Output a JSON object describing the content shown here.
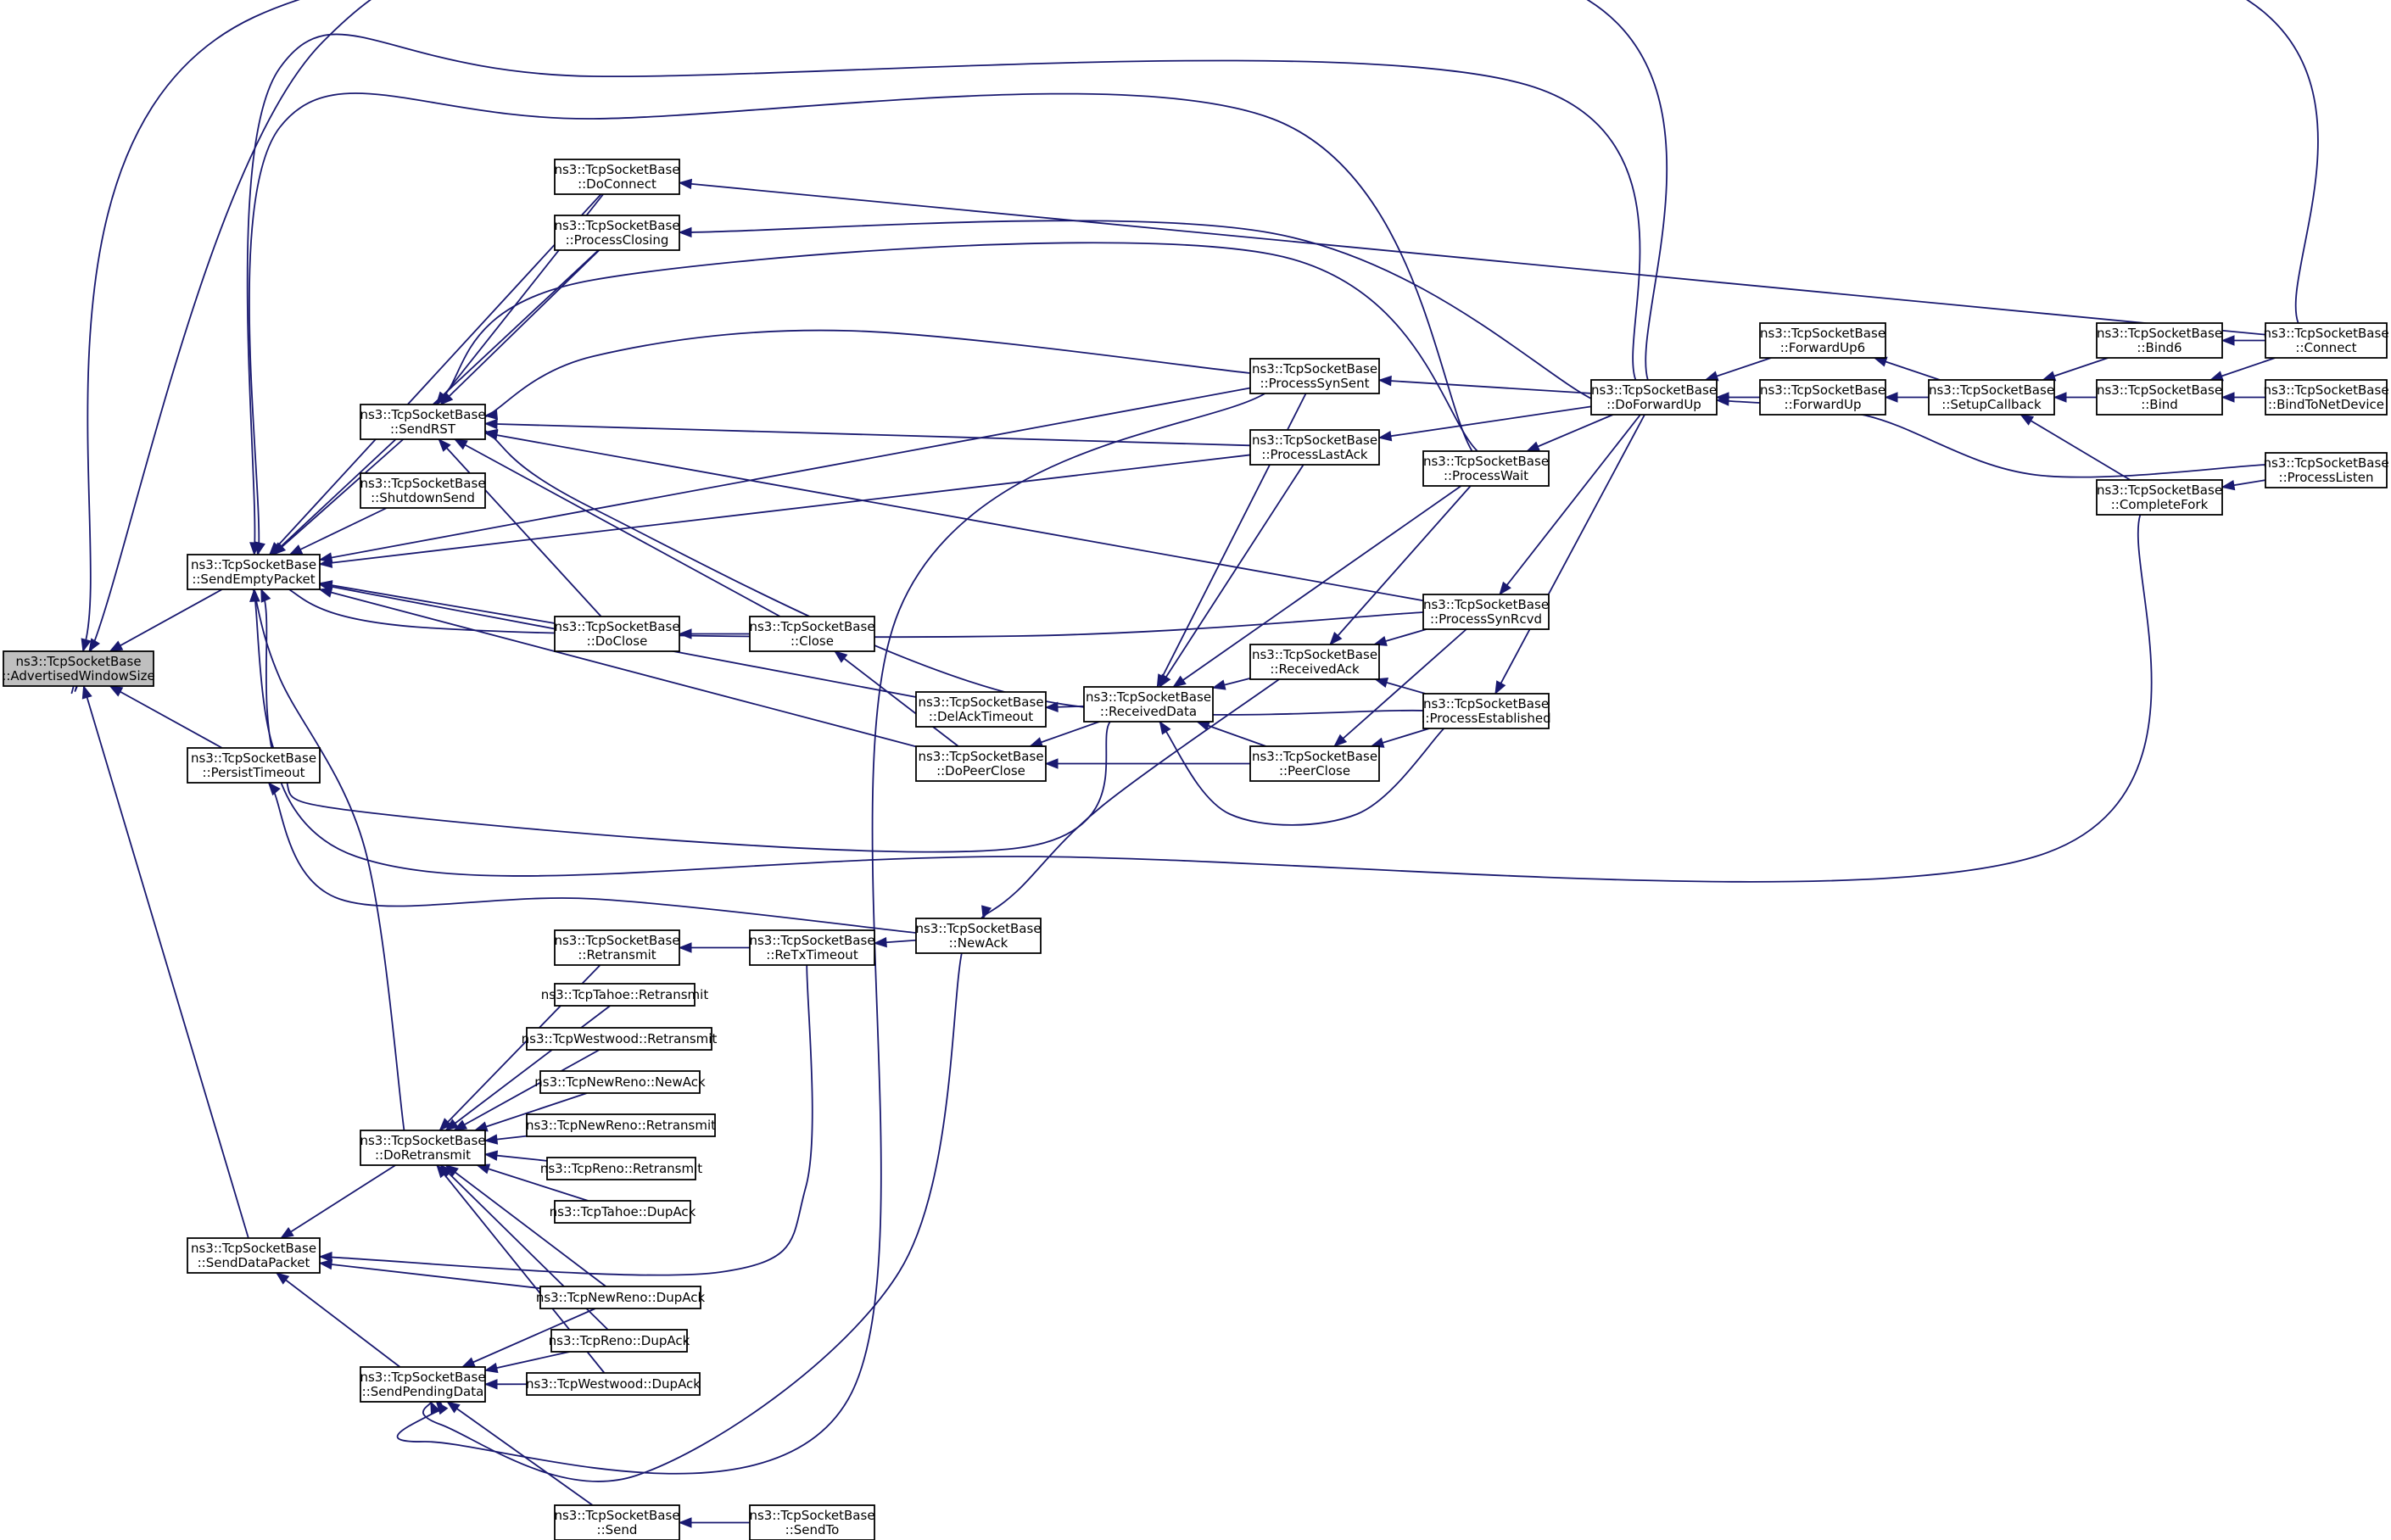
{
  "graph": {
    "title": "",
    "edge_color": "#191970",
    "root_fill": "#bfbfbf",
    "nodes": [
      {
        "id": "AdvertisedWindowSize",
        "lines": [
          "ns3::TcpSocketBase",
          "::AdvertisedWindowSize"
        ],
        "root": true
      },
      {
        "id": "SendEmptyPacket",
        "lines": [
          "ns3::TcpSocketBase",
          "::SendEmptyPacket"
        ]
      },
      {
        "id": "PersistTimeout",
        "lines": [
          "ns3::TcpSocketBase",
          "::PersistTimeout"
        ]
      },
      {
        "id": "SendDataPacket",
        "lines": [
          "ns3::TcpSocketBase",
          "::SendDataPacket"
        ]
      },
      {
        "id": "SendRST",
        "lines": [
          "ns3::TcpSocketBase",
          "::SendRST"
        ]
      },
      {
        "id": "ShutdownSend",
        "lines": [
          "ns3::TcpSocketBase",
          "::ShutdownSend"
        ]
      },
      {
        "id": "DoRetransmit",
        "lines": [
          "ns3::TcpSocketBase",
          "::DoRetransmit"
        ]
      },
      {
        "id": "SendPendingData",
        "lines": [
          "ns3::TcpSocketBase",
          "::SendPendingData"
        ]
      },
      {
        "id": "DoConnect",
        "lines": [
          "ns3::TcpSocketBase",
          "::DoConnect"
        ]
      },
      {
        "id": "ProcessClosing",
        "lines": [
          "ns3::TcpSocketBase",
          "::ProcessClosing"
        ]
      },
      {
        "id": "DoClose",
        "lines": [
          "ns3::TcpSocketBase",
          "::DoClose"
        ]
      },
      {
        "id": "Retransmit",
        "lines": [
          "ns3::TcpSocketBase",
          "::Retransmit"
        ]
      },
      {
        "id": "TahoeRetransmit",
        "lines": [
          "ns3::TcpTahoe::Retransmit"
        ]
      },
      {
        "id": "WestwoodRetransmit",
        "lines": [
          "ns3::TcpWestwood::Retransmit"
        ]
      },
      {
        "id": "NewRenoNewAck",
        "lines": [
          "ns3::TcpNewReno::NewAck"
        ]
      },
      {
        "id": "NewRenoRetransmit",
        "lines": [
          "ns3::TcpNewReno::Retransmit"
        ]
      },
      {
        "id": "RenoRetransmit",
        "lines": [
          "ns3::TcpReno::Retransmit"
        ]
      },
      {
        "id": "TahoeDupAck",
        "lines": [
          "ns3::TcpTahoe::DupAck"
        ]
      },
      {
        "id": "NewRenoDupAck",
        "lines": [
          "ns3::TcpNewReno::DupAck"
        ]
      },
      {
        "id": "RenoDupAck",
        "lines": [
          "ns3::TcpReno::DupAck"
        ]
      },
      {
        "id": "WestwoodDupAck",
        "lines": [
          "ns3::TcpWestwood::DupAck"
        ]
      },
      {
        "id": "Send",
        "lines": [
          "ns3::TcpSocketBase",
          "::Send"
        ]
      },
      {
        "id": "Close",
        "lines": [
          "ns3::TcpSocketBase",
          "::Close"
        ]
      },
      {
        "id": "ReTxTimeout",
        "lines": [
          "ns3::TcpSocketBase",
          "::ReTxTimeout"
        ]
      },
      {
        "id": "SendTo",
        "lines": [
          "ns3::TcpSocketBase",
          "::SendTo"
        ]
      },
      {
        "id": "DelAckTimeout",
        "lines": [
          "ns3::TcpSocketBase",
          "::DelAckTimeout"
        ]
      },
      {
        "id": "DoPeerClose",
        "lines": [
          "ns3::TcpSocketBase",
          "::DoPeerClose"
        ]
      },
      {
        "id": "NewAck",
        "lines": [
          "ns3::TcpSocketBase",
          "::NewAck"
        ]
      },
      {
        "id": "ReceivedData",
        "lines": [
          "ns3::TcpSocketBase",
          "::ReceivedData"
        ]
      },
      {
        "id": "ProcessSynSent",
        "lines": [
          "ns3::TcpSocketBase",
          "::ProcessSynSent"
        ]
      },
      {
        "id": "ProcessLastAck",
        "lines": [
          "ns3::TcpSocketBase",
          "::ProcessLastAck"
        ]
      },
      {
        "id": "ReceivedAck",
        "lines": [
          "ns3::TcpSocketBase",
          "::ReceivedAck"
        ]
      },
      {
        "id": "PeerClose",
        "lines": [
          "ns3::TcpSocketBase",
          "::PeerClose"
        ]
      },
      {
        "id": "ProcessWait",
        "lines": [
          "ns3::TcpSocketBase",
          "::ProcessWait"
        ]
      },
      {
        "id": "ProcessSynRcvd",
        "lines": [
          "ns3::TcpSocketBase",
          "::ProcessSynRcvd"
        ]
      },
      {
        "id": "ProcessEstablished",
        "lines": [
          "ns3::TcpSocketBase",
          "::ProcessEstablished"
        ]
      },
      {
        "id": "DoForwardUp",
        "lines": [
          "ns3::TcpSocketBase",
          "::DoForwardUp"
        ]
      },
      {
        "id": "ForwardUp6",
        "lines": [
          "ns3::TcpSocketBase",
          "::ForwardUp6"
        ]
      },
      {
        "id": "ForwardUp",
        "lines": [
          "ns3::TcpSocketBase",
          "::ForwardUp"
        ]
      },
      {
        "id": "SetupCallback",
        "lines": [
          "ns3::TcpSocketBase",
          "::SetupCallback"
        ]
      },
      {
        "id": "Bind6",
        "lines": [
          "ns3::TcpSocketBase",
          "::Bind6"
        ]
      },
      {
        "id": "Bind",
        "lines": [
          "ns3::TcpSocketBase",
          "::Bind"
        ]
      },
      {
        "id": "CompleteFork",
        "lines": [
          "ns3::TcpSocketBase",
          "::CompleteFork"
        ]
      },
      {
        "id": "Connect",
        "lines": [
          "ns3::TcpSocketBase",
          "::Connect"
        ]
      },
      {
        "id": "BindToNetDevice",
        "lines": [
          "ns3::TcpSocketBase",
          "::BindToNetDevice"
        ]
      },
      {
        "id": "ProcessListen",
        "lines": [
          "ns3::TcpSocketBase",
          "::ProcessListen"
        ]
      }
    ],
    "edges": [
      [
        "SendEmptyPacket",
        "AdvertisedWindowSize"
      ],
      [
        "PersistTimeout",
        "AdvertisedWindowSize"
      ],
      [
        "SendDataPacket",
        "AdvertisedWindowSize"
      ],
      [
        "DoForwardUp",
        "AdvertisedWindowSize"
      ],
      [
        "Connect",
        "AdvertisedWindowSize"
      ],
      [
        "SendRST",
        "SendEmptyPacket"
      ],
      [
        "ShutdownSend",
        "SendEmptyPacket"
      ],
      [
        "DoConnect",
        "SendEmptyPacket"
      ],
      [
        "ProcessClosing",
        "SendEmptyPacket"
      ],
      [
        "DoClose",
        "SendEmptyPacket"
      ],
      [
        "DelAckTimeout",
        "SendEmptyPacket"
      ],
      [
        "DoPeerClose",
        "SendEmptyPacket"
      ],
      [
        "ReceivedData",
        "SendEmptyPacket"
      ],
      [
        "ProcessSynSent",
        "SendEmptyPacket"
      ],
      [
        "ProcessLastAck",
        "SendEmptyPacket"
      ],
      [
        "ProcessWait",
        "SendEmptyPacket"
      ],
      [
        "ProcessSynRcvd",
        "SendEmptyPacket"
      ],
      [
        "DoForwardUp",
        "SendEmptyPacket"
      ],
      [
        "CompleteFork",
        "SendEmptyPacket"
      ],
      [
        "DoRetransmit",
        "SendEmptyPacket"
      ],
      [
        "NewAck",
        "PersistTimeout"
      ],
      [
        "DoRetransmit",
        "SendDataPacket"
      ],
      [
        "SendPendingData",
        "SendDataPacket"
      ],
      [
        "ReTxTimeout",
        "SendDataPacket"
      ],
      [
        "NewRenoDupAck",
        "SendDataPacket"
      ],
      [
        "DoConnect",
        "SendRST"
      ],
      [
        "ProcessClosing",
        "SendRST"
      ],
      [
        "DoClose",
        "SendRST"
      ],
      [
        "Close",
        "SendRST"
      ],
      [
        "ProcessSynSent",
        "SendRST"
      ],
      [
        "ProcessLastAck",
        "SendRST"
      ],
      [
        "ProcessWait",
        "SendRST"
      ],
      [
        "ProcessSynRcvd",
        "SendRST"
      ],
      [
        "ProcessEstablished",
        "SendRST"
      ],
      [
        "Retransmit",
        "DoRetransmit"
      ],
      [
        "TahoeRetransmit",
        "DoRetransmit"
      ],
      [
        "WestwoodRetransmit",
        "DoRetransmit"
      ],
      [
        "NewRenoNewAck",
        "DoRetransmit"
      ],
      [
        "NewRenoRetransmit",
        "DoRetransmit"
      ],
      [
        "RenoRetransmit",
        "DoRetransmit"
      ],
      [
        "TahoeDupAck",
        "DoRetransmit"
      ],
      [
        "NewRenoDupAck",
        "DoRetransmit"
      ],
      [
        "RenoDupAck",
        "DoRetransmit"
      ],
      [
        "WestwoodDupAck",
        "DoRetransmit"
      ],
      [
        "NewRenoDupAck",
        "SendPendingData"
      ],
      [
        "RenoDupAck",
        "SendPendingData"
      ],
      [
        "WestwoodDupAck",
        "SendPendingData"
      ],
      [
        "Send",
        "SendPendingData"
      ],
      [
        "ProcessSynSent",
        "SendPendingData"
      ],
      [
        "NewAck",
        "SendPendingData"
      ],
      [
        "Connect",
        "DoConnect"
      ],
      [
        "DoForwardUp",
        "ProcessClosing"
      ],
      [
        "Close",
        "DoClose"
      ],
      [
        "ReTxTimeout",
        "Retransmit"
      ],
      [
        "NewAck",
        "ReTxTimeout"
      ],
      [
        "SendTo",
        "Send"
      ],
      [
        "DoPeerClose",
        "Close"
      ],
      [
        "ReceivedData",
        "DelAckTimeout"
      ],
      [
        "ReceivedData",
        "DoPeerClose"
      ],
      [
        "PeerClose",
        "DoPeerClose"
      ],
      [
        "ReceivedAck",
        "NewAck"
      ],
      [
        "ProcessSynSent",
        "ReceivedData"
      ],
      [
        "ProcessLastAck",
        "ReceivedData"
      ],
      [
        "ReceivedAck",
        "ReceivedData"
      ],
      [
        "PeerClose",
        "ReceivedData"
      ],
      [
        "ProcessWait",
        "ReceivedData"
      ],
      [
        "ProcessEstablished",
        "ReceivedData"
      ],
      [
        "DoForwardUp",
        "ProcessSynSent"
      ],
      [
        "DoForwardUp",
        "ProcessLastAck"
      ],
      [
        "ProcessWait",
        "ReceivedAck"
      ],
      [
        "ProcessSynRcvd",
        "ReceivedAck"
      ],
      [
        "ProcessEstablished",
        "ReceivedAck"
      ],
      [
        "ProcessSynRcvd",
        "PeerClose"
      ],
      [
        "ProcessEstablished",
        "PeerClose"
      ],
      [
        "DoForwardUp",
        "ProcessWait"
      ],
      [
        "DoForwardUp",
        "ProcessSynRcvd"
      ],
      [
        "DoForwardUp",
        "ProcessEstablished"
      ],
      [
        "ForwardUp6",
        "DoForwardUp"
      ],
      [
        "ForwardUp",
        "DoForwardUp"
      ],
      [
        "ProcessListen",
        "DoForwardUp"
      ],
      [
        "SetupCallback",
        "ForwardUp6"
      ],
      [
        "SetupCallback",
        "ForwardUp"
      ],
      [
        "Bind6",
        "SetupCallback"
      ],
      [
        "Bind",
        "SetupCallback"
      ],
      [
        "CompleteFork",
        "SetupCallback"
      ],
      [
        "Connect",
        "Bind6"
      ],
      [
        "Connect",
        "Bind"
      ],
      [
        "BindToNetDevice",
        "Bind"
      ],
      [
        "ProcessListen",
        "CompleteFork"
      ]
    ]
  }
}
